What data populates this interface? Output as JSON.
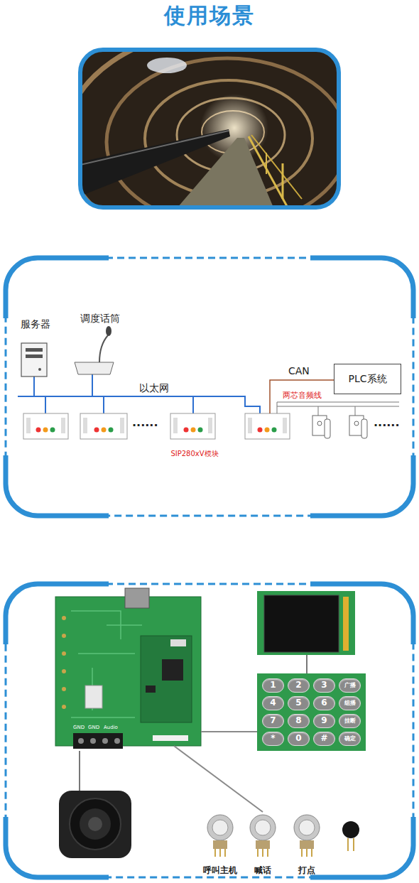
{
  "diagram": {
    "title": "使用场景",
    "nodes": [
      {
        "text": [
          "服务器"
        ]
      },
      {
        "text": [
          "调度话筒"
        ]
      },
      {
        "text": [
          "SIP280xV模块"
        ]
      },
      {
        "text": [
          "PLC系统"
        ]
      },
      {
        "text": [
          "GND",
          "GND",
          "Audio"
        ]
      },
      {
        "text": [
          "1",
          "2",
          "3",
          "广播",
          "4",
          "5",
          "6",
          "组播",
          "7",
          "8",
          "9",
          "挂断",
          "*",
          "0",
          "#",
          "确定"
        ]
      },
      {
        "text": [
          "呼叫主机"
        ]
      },
      {
        "text": [
          "喊话"
        ]
      },
      {
        "text": [
          "打点"
        ]
      }
    ],
    "edges": [
      {
        "from": 4,
        "to": 5,
        "arrow": "none"
      },
      {
        "from": 4,
        "to": 7,
        "arrow": "none"
      }
    ],
    "labels": [
      "以太网",
      "CAN",
      "两芯音频线",
      "......",
      "......"
    ]
  }
}
